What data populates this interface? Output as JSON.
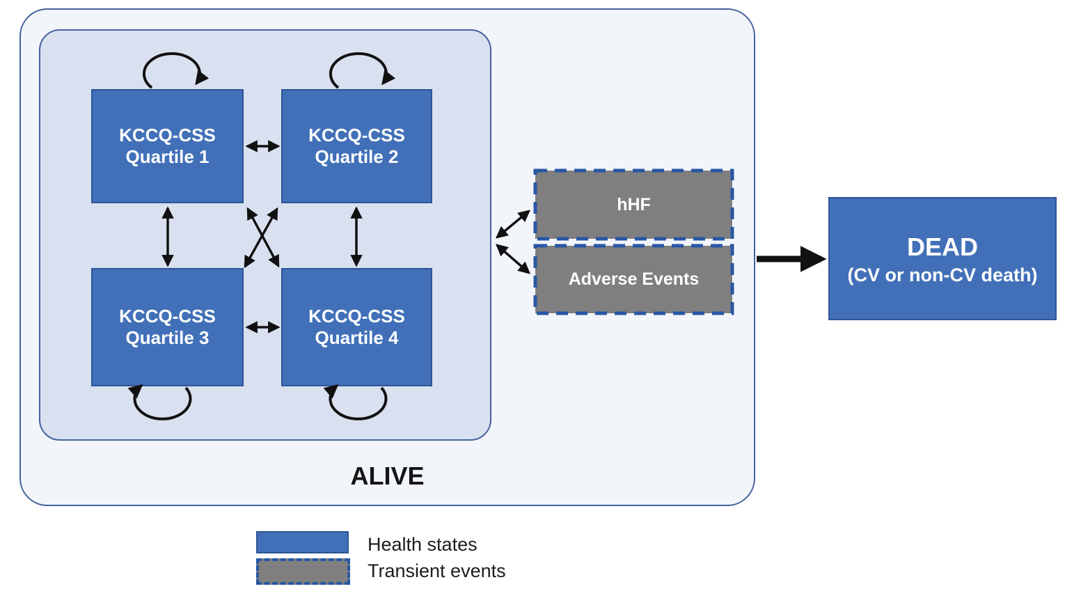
{
  "labels": {
    "alive": "ALIVE"
  },
  "states": {
    "q1": {
      "line1": "KCCQ-CSS",
      "line2": "Quartile 1"
    },
    "q2": {
      "line1": "KCCQ-CSS",
      "line2": "Quartile 2"
    },
    "q3": {
      "line1": "KCCQ-CSS",
      "line2": "Quartile 3"
    },
    "q4": {
      "line1": "KCCQ-CSS",
      "line2": "Quartile 4"
    },
    "dead": {
      "line1": "DEAD",
      "line2": "(CV or non-CV death)"
    }
  },
  "transient": {
    "hhf": "hHF",
    "adverse_events": "Adverse Events"
  },
  "legend": [
    {
      "swatch": "health-state",
      "label": "Health states"
    },
    {
      "swatch": "transient-event",
      "label": "Transient events"
    }
  ],
  "colors": {
    "state_blue": "#4170B8",
    "state_border_blue": "#2F5597",
    "transient_gray": "#7F7F7F",
    "dashed_border_blue": "#2857A4",
    "outer_container_fill": "#F2F5FA",
    "inner_container_fill": "#D9E1F1",
    "container_border_blue": "#44619E",
    "arrow_black": "#111111"
  },
  "transitions": [
    {
      "from": "Quartile 1",
      "to": "Quartile 1",
      "type": "self-loop"
    },
    {
      "from": "Quartile 2",
      "to": "Quartile 2",
      "type": "self-loop"
    },
    {
      "from": "Quartile 3",
      "to": "Quartile 3",
      "type": "self-loop"
    },
    {
      "from": "Quartile 4",
      "to": "Quartile 4",
      "type": "self-loop"
    },
    {
      "from": "Quartile 1",
      "to": "Quartile 2",
      "type": "bidirectional"
    },
    {
      "from": "Quartile 3",
      "to": "Quartile 4",
      "type": "bidirectional"
    },
    {
      "from": "Quartile 1",
      "to": "Quartile 3",
      "type": "bidirectional"
    },
    {
      "from": "Quartile 2",
      "to": "Quartile 4",
      "type": "bidirectional"
    },
    {
      "from": "Quartile 1",
      "to": "Quartile 4",
      "type": "bidirectional"
    },
    {
      "from": "Quartile 2",
      "to": "Quartile 3",
      "type": "bidirectional"
    },
    {
      "from": "ALIVE quartiles",
      "to": "hHF",
      "type": "bidirectional"
    },
    {
      "from": "ALIVE quartiles",
      "to": "Adverse Events",
      "type": "bidirectional"
    },
    {
      "from": "ALIVE",
      "to": "DEAD",
      "type": "one-way"
    }
  ]
}
